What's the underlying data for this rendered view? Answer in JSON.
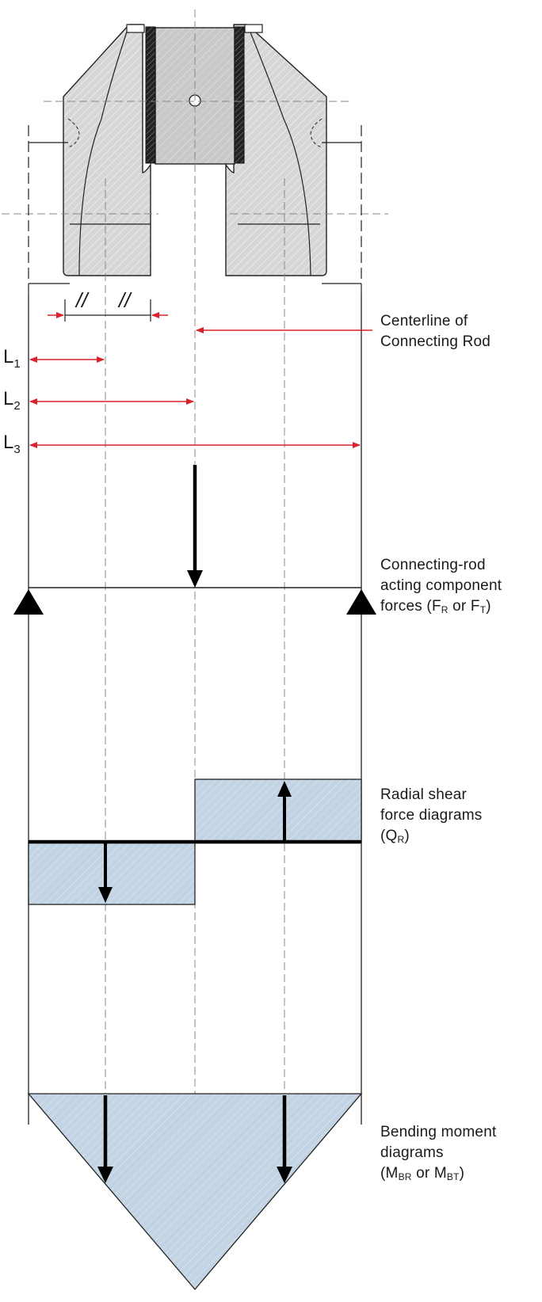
{
  "labels": {
    "centerline_line1": "Centerline of",
    "centerline_line2": "Connecting Rod",
    "forces_line1": "Connecting-rod",
    "forces_line2": "acting component",
    "forces_line3_pre": "forces (F",
    "forces_sub_r": "R",
    "forces_mid": " or F",
    "forces_sub_t": "T",
    "forces_end": ")",
    "shear_line1": "Radial shear",
    "shear_line2": "force diagrams",
    "shear_line3_pre": "(Q",
    "shear_sub": "R",
    "shear_end": ")",
    "moment_line1": "Bending moment",
    "moment_line2": "diagrams",
    "moment_line3_pre": "(M",
    "moment_sub_br": "BR",
    "moment_mid": " or M",
    "moment_sub_bt": "BT",
    "moment_end": ")"
  },
  "dimensions": {
    "l1_main": "L",
    "l1_sub": "1",
    "l2_main": "L",
    "l2_sub": "2",
    "l3_main": "L",
    "l3_sub": "3",
    "parallel_mark_1": "//",
    "parallel_mark_2": "//"
  },
  "colors": {
    "dimension_red": "#d8232a",
    "diagram_fill": "#c2d3e3",
    "section_fill": "#d6d6d6",
    "line": "#111111"
  }
}
